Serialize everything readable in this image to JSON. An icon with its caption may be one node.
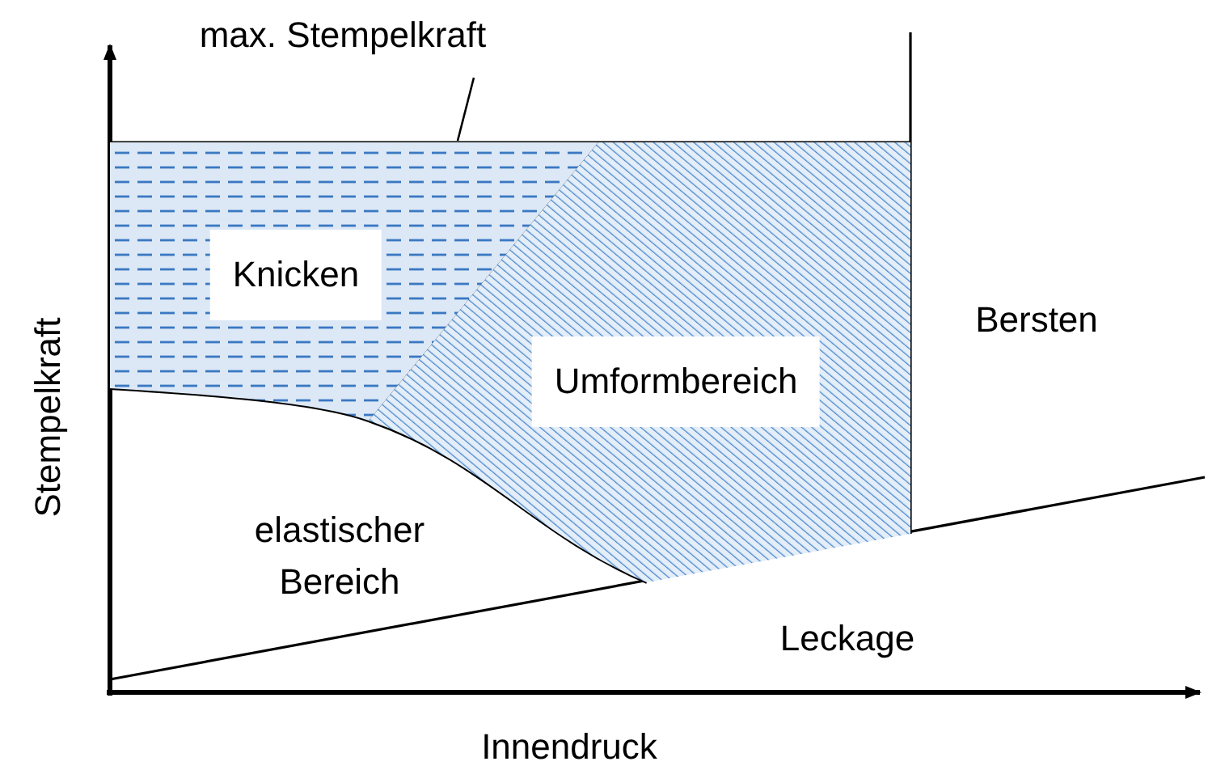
{
  "diagram": {
    "nodes": [
      {
        "text": [
          "max. Stempelkraft"
        ]
      },
      {
        "text": [
          "Knicken"
        ]
      },
      {
        "text": [
          "Umformbereich"
        ]
      }
    ],
    "edges": [
      {
        "from": 0,
        "to": 1,
        "arrow": "none"
      }
    ],
    "labels": [
      "Bersten",
      "elastischer Bereich",
      "Leckage",
      "Stempelkraft",
      "Innendruck"
    ]
  }
}
